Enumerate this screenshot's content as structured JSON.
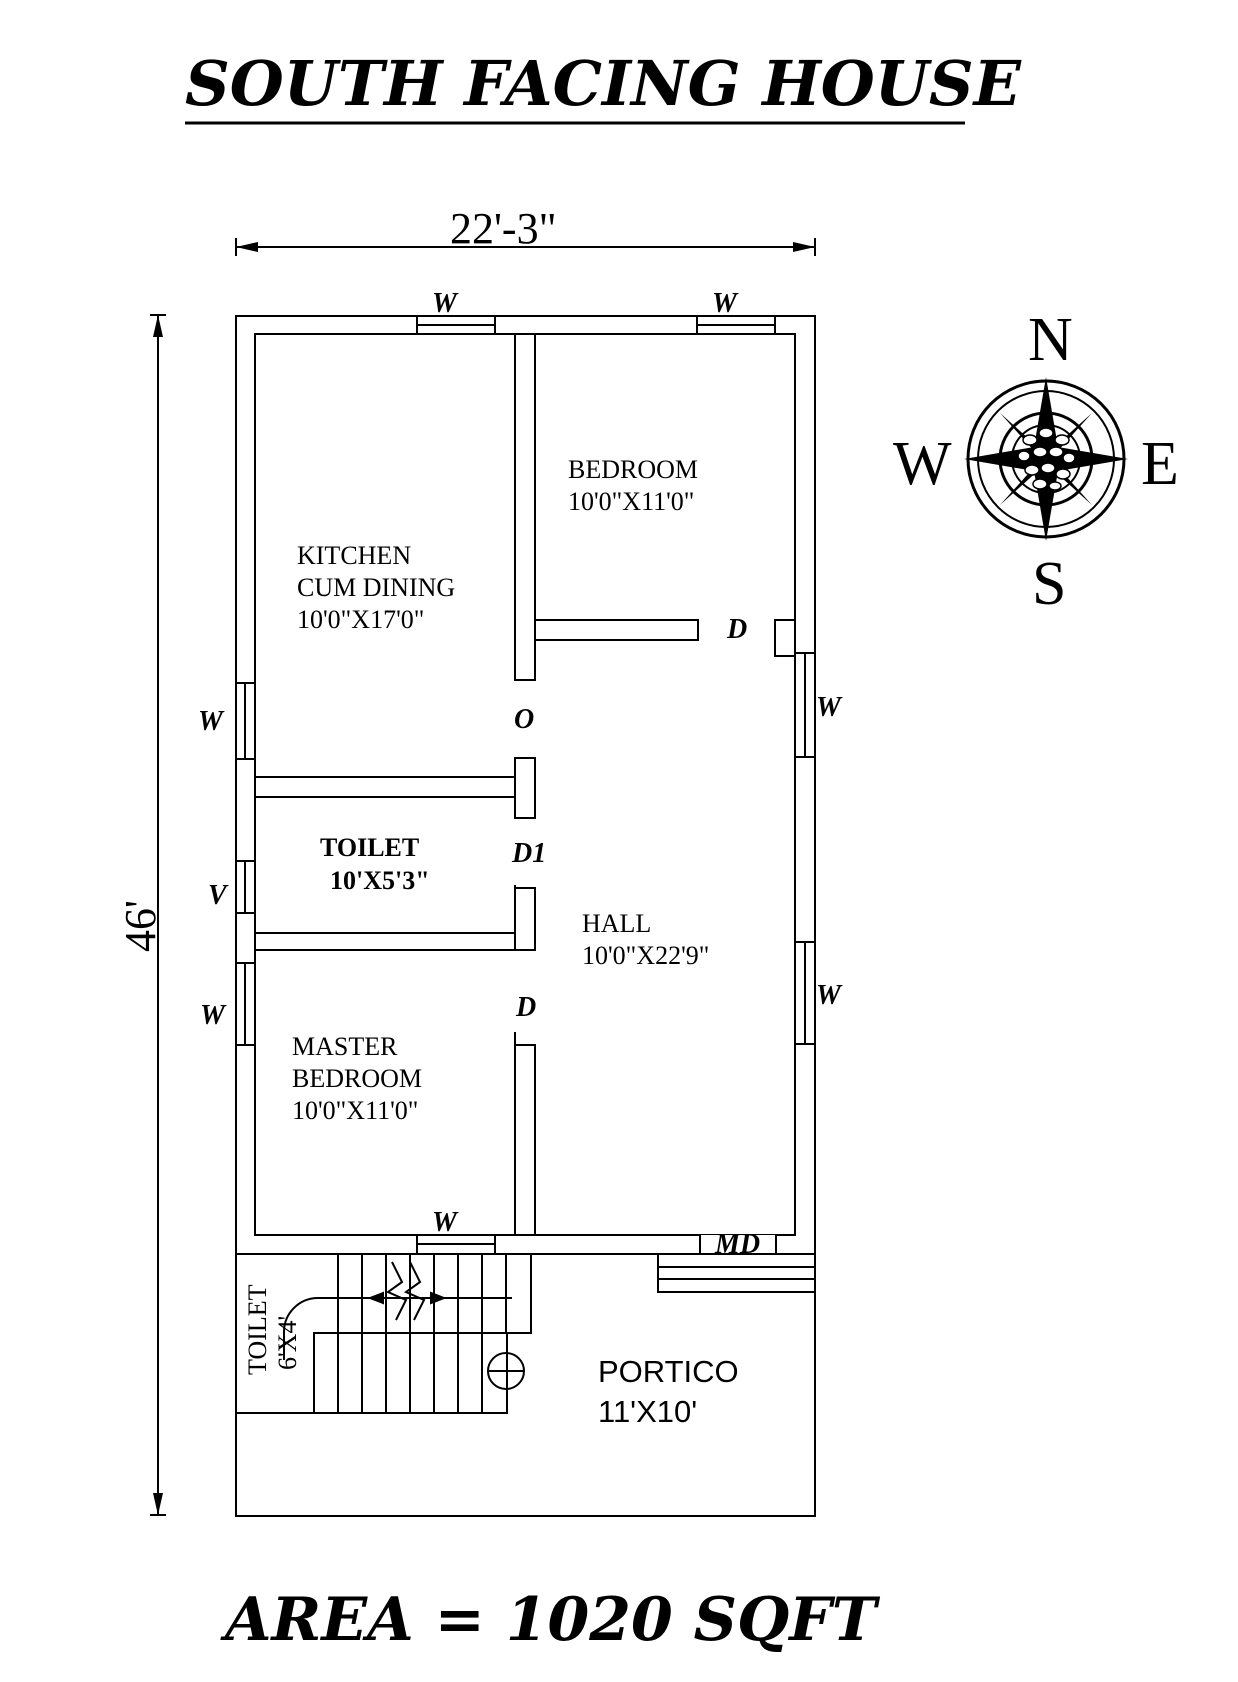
{
  "title": "SOUTH FACING HOUSE",
  "area_text": "AREA = 1020 SQFT",
  "dimensions": {
    "width": "22'-3\"",
    "depth": "46'"
  },
  "compass": {
    "north": "N",
    "south": "S",
    "east": "E",
    "west": "W"
  },
  "rooms": {
    "kitchen": {
      "line1": "KITCHEN",
      "line2": "CUM DINING",
      "size": "10'0\"X17'0\""
    },
    "bedroom": {
      "name": "BEDROOM",
      "size": "10'0\"X11'0\""
    },
    "toilet": {
      "name": "TOILET",
      "size": "10'X5'3\""
    },
    "hall": {
      "name": "HALL",
      "size": "10'0\"X22'9\""
    },
    "master": {
      "line1": "MASTER",
      "line2": "BEDROOM",
      "size": "10'0\"X11'0\""
    },
    "portico": {
      "name": "PORTICO",
      "size": "11'X10'"
    },
    "toilet_small": {
      "name": "TOILET",
      "size": "6'X4'"
    }
  },
  "openings": {
    "window": "W",
    "ventilator": "V",
    "door": "D",
    "door_d1": "D1",
    "opening": "O",
    "main_door": "MD"
  }
}
